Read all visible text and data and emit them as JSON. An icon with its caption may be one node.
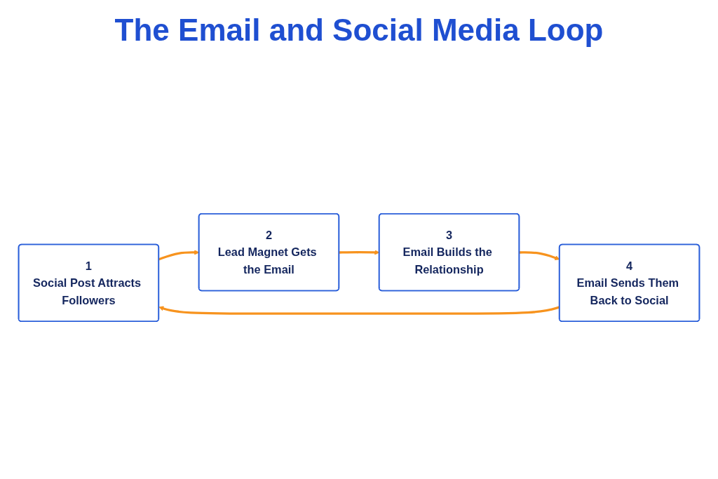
{
  "diagram": {
    "title": "The Email and Social Media Loop",
    "nodes": [
      {
        "text": [
          "1",
          "Social Post Attracts Followers"
        ]
      },
      {
        "text": [
          "2",
          "Lead Magnet Gets the Email"
        ]
      },
      {
        "text": [
          "3",
          "Email Builds the Relationship"
        ]
      },
      {
        "text": [
          "4",
          "Email Sends Them Back to Social"
        ]
      }
    ],
    "edges": [
      {
        "from": 0,
        "to": 1,
        "arrow": "to"
      },
      {
        "from": 1,
        "to": 2,
        "arrow": "to"
      },
      {
        "from": 2,
        "to": 3,
        "arrow": "to"
      },
      {
        "from": 3,
        "to": 0,
        "arrow": "to"
      }
    ]
  }
}
